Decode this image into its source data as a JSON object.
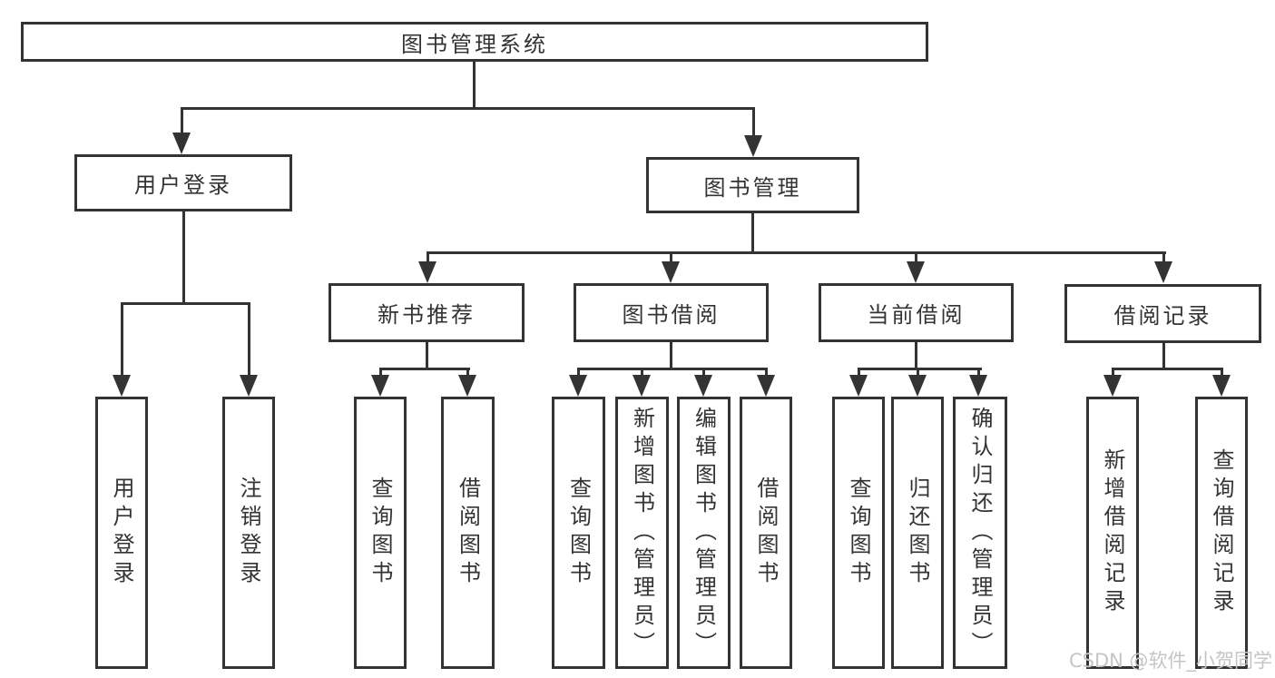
{
  "colors": {
    "line": "#333333",
    "text": "#333333",
    "box_bg": "#ffffff",
    "page_bg": "#ffffff",
    "watermark": "#c5c5c5"
  },
  "watermark": "CSDN @软件_小贺同学",
  "tree": {
    "root": "图书管理系统",
    "user_login": {
      "label": "用户登录",
      "children": [
        "用户登录",
        "注销登录"
      ]
    },
    "book_management": {
      "label": "图书管理",
      "sections": {
        "new_book_recommendation": {
          "label": "新书推荐",
          "children": [
            "查询图书",
            "借阅图书"
          ]
        },
        "book_borrowing": {
          "label": "图书借阅",
          "children": [
            "查询图书",
            "新增图书（管理员）",
            "编辑图书（管理员）",
            "借阅图书"
          ]
        },
        "current_borrowing": {
          "label": "当前借阅",
          "children": [
            "查询图书",
            "归还图书",
            "确认归还（管理员）"
          ]
        },
        "borrowing_records": {
          "label": "借阅记录",
          "children": [
            "新增借阅记录",
            "查询借阅记录"
          ]
        }
      }
    }
  }
}
